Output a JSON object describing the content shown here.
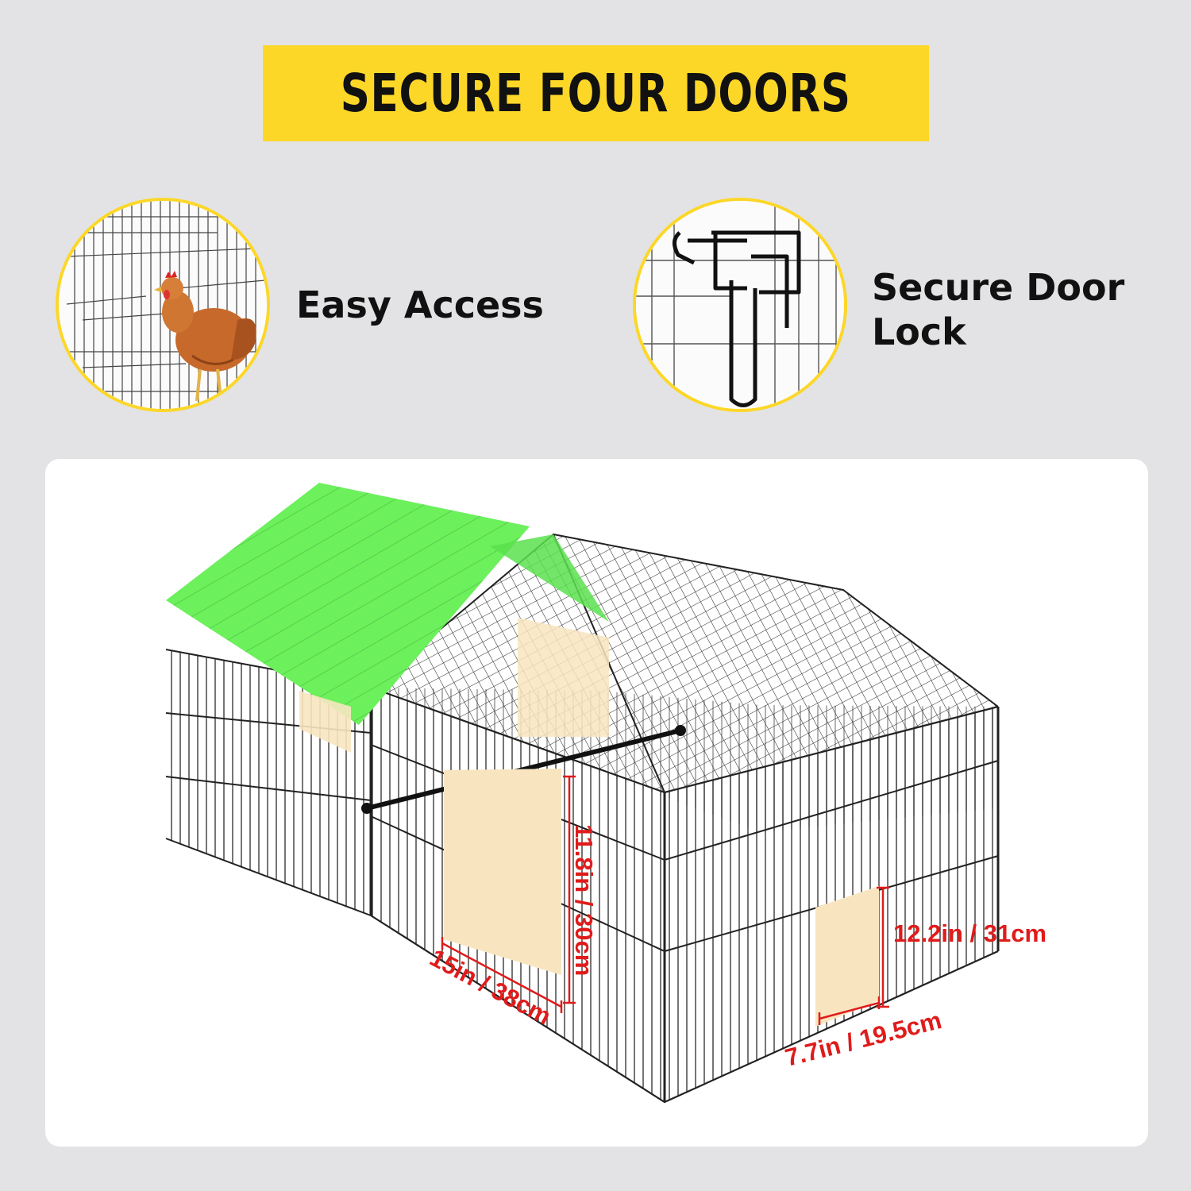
{
  "banner": {
    "title": "SECURE FOUR DOORS"
  },
  "features": [
    {
      "label": "Easy Access",
      "icon": "chicken-in-cage-icon"
    },
    {
      "label_line1": "Secure Door",
      "label_line2": "Lock",
      "icon": "door-latch-icon"
    }
  ],
  "dimensions": {
    "front_door_height": "11.8in / 30cm",
    "front_door_width": "15in / 38cm",
    "side_door_height": "12.2in / 31cm",
    "side_door_width": "7.7in / 19.5cm"
  },
  "colors": {
    "banner": "#fcd728",
    "shade_cover": "#66ee55",
    "door_panel": "#f8e5c0",
    "dimension": "#e01b1b"
  }
}
